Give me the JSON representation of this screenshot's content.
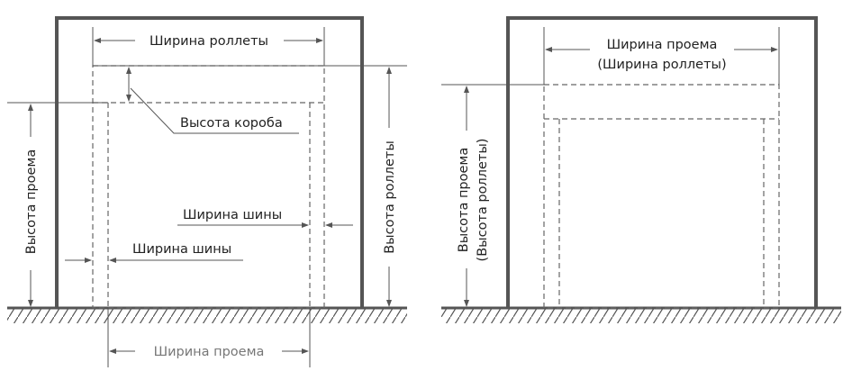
{
  "left_diagram": {
    "roller_width_label": "Ширина роллеты",
    "box_height_label": "Высота короба",
    "rail_width_label_1": "Ширина шины",
    "rail_width_label_2": "Ширина шины",
    "opening_height_label": "Высота проема",
    "roller_height_label": "Высота роллеты",
    "opening_width_label": "Ширина проема"
  },
  "right_diagram": {
    "opening_width_label_line1": "Ширина проема",
    "opening_width_label_line2": "(Ширина роллеты)",
    "opening_height_label_line1": "Высота проема",
    "opening_height_label_line2": "(Высота роллеты)"
  }
}
